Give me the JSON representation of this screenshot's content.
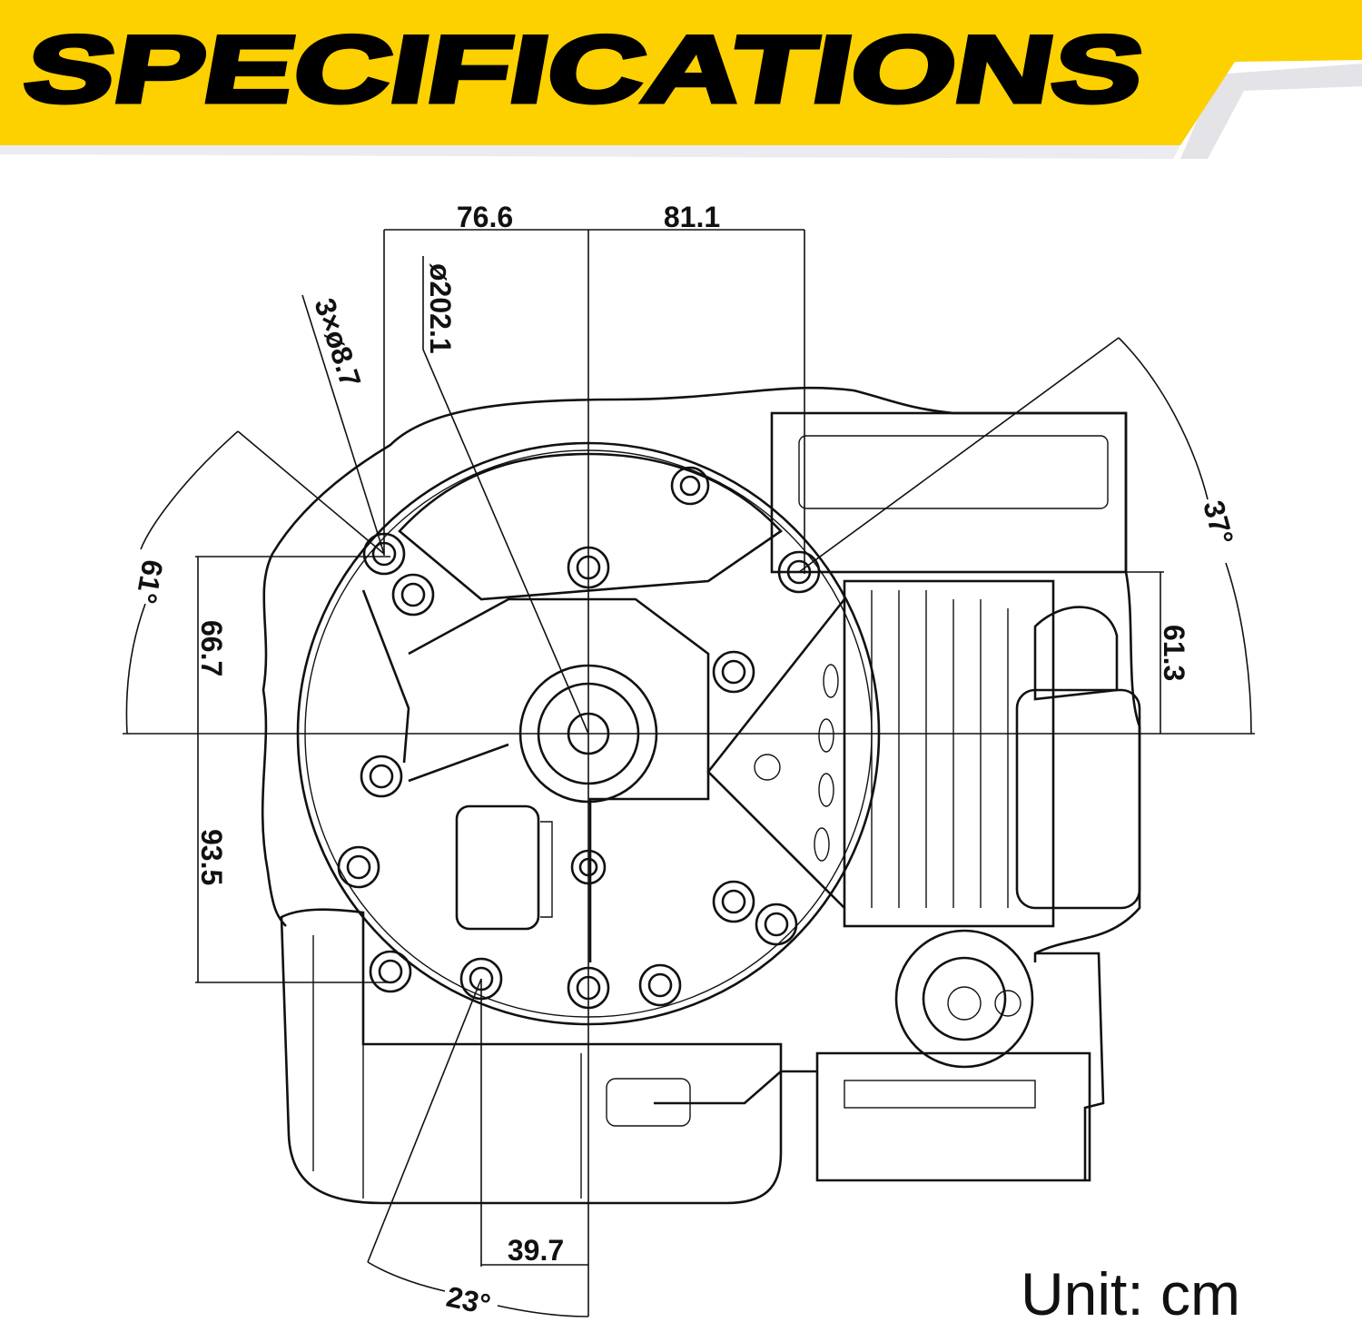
{
  "header": {
    "title": "SPECIFICATIONS",
    "banner_color": "#FDD000",
    "text_color": "#000000"
  },
  "dimensions": {
    "width_left": "76.6",
    "width_right": "81.1",
    "flange_diameter": "ø202.1",
    "bolt_holes": "3×ø8.7",
    "angle_left": "61°",
    "height_upper_left": "66.7",
    "height_lower_left": "93.5",
    "angle_right": "37°",
    "height_right": "61.3",
    "offset_bottom": "39.7",
    "angle_bottom": "23°"
  },
  "unit_label": "Unit: cm"
}
